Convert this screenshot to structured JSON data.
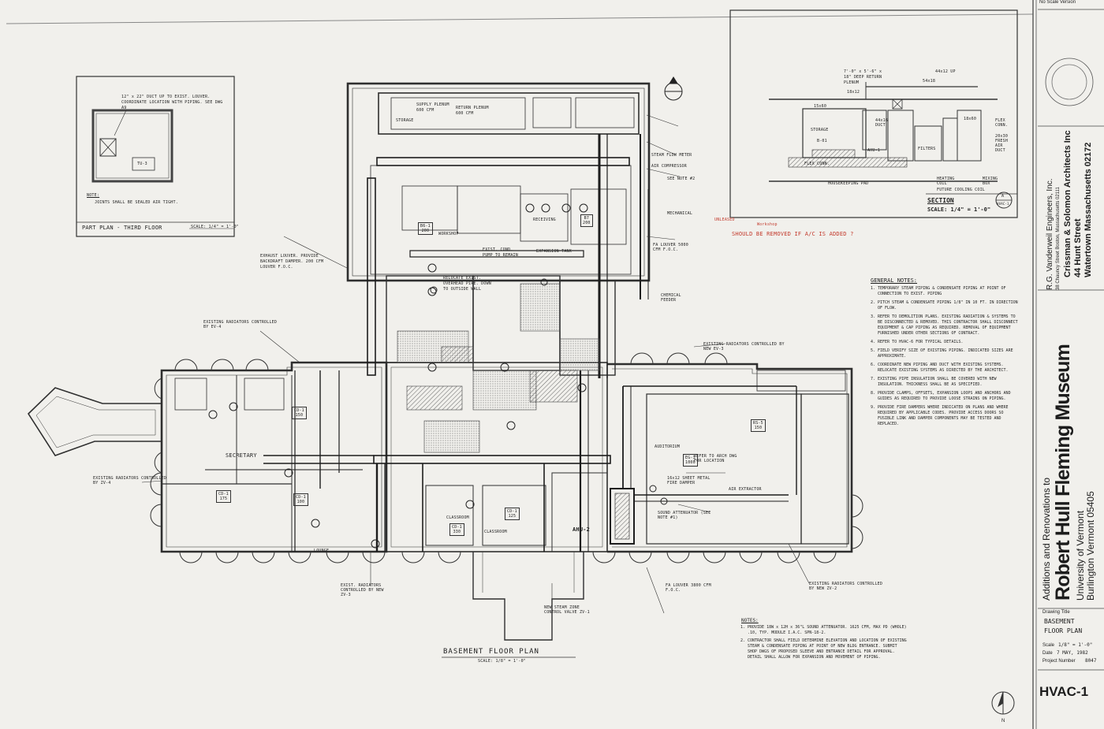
{
  "document": {
    "corner_label": "No Scale Version"
  },
  "main_plan": {
    "title": "BASEMENT FLOOR PLAN",
    "scale": "SCALE: 1/8\" = 1'-0\"",
    "red_notes": [
      "UNLEASED",
      "Workshop",
      "SHOULD BE REMOVED IF A/C IS ADDED ?"
    ],
    "labels": {
      "supply_plenum": "SUPPLY PLENUM 600 CFM",
      "return_plenum": "RETURN PLENUM 600 CFM",
      "storage": "STORAGE",
      "mechanical": "MECHANICAL",
      "receiving": "RECEIVING",
      "workshop": "WORKSHOP",
      "secretary": "SECRETARY",
      "classroom_1": "CLASSROOM",
      "classroom_2": "CLASSROOM",
      "lounge": "LOUNGE",
      "auditorium": "AUDITORIUM",
      "ahu2": "AHU-2",
      "chemical_feeder": "CHEMICAL FEEDER",
      "steam_flow_meter": "STEAM FLOW METER",
      "air_compressor": "AIR COMPRESSOR",
      "sound_attenuator": "SOUND ATTENUATOR (SEE NOTE #1)",
      "air_extractor": "AIR EXTRACTOR",
      "existing_radiators_ev4": "EXISTING RADIATORS CONTROLLED BY EV-4",
      "existing_radiators_ev3": "EXISTING RADIATORS CONTROLLED BY NEW EV-3",
      "existing_radiators_ev2": "EXISTING RADIATORS CONTROLLED BY NEW ZV-2",
      "existing_radiators_left": "EXISTING RADIATORS CONTROLLED BY ZV-4",
      "exist_radiators_bottom": "EXIST. RADIATORS CONTROLLED BY NEW ZV-3",
      "exhaust_louver": "EXHAUST LOUVER. PROVIDE BACKDRAFT DAMPER. 200 CFM LOUVER F.O.C.",
      "relocate_exist": "RELOCATE EXIST. OVERHEAD PIPE. DOWN TO OUTSIDE WALL",
      "expansion_tank": "EXPANSION TANK",
      "exist_cond_pump": "EXIST. COND. PUMP TO REMAIN",
      "fa_louver_top": "FA LOUVER 5000 CFM F.O.C.",
      "fa_louver_bottom": "FA LOUVER 3800 CFM F.O.C.",
      "new_steam_zone": "NEW STEAM ZONE CONTROL VALVE ZV-1",
      "see_note2": "SEE NOTE #2",
      "refer_to_arch": "REFER TO ARCH DWG FOR LOCATION",
      "sheet_metal_fire_damper": "16x12 SHEET METAL FIRE DAMPER"
    },
    "room_tags": [
      {
        "num": "B6-1",
        "cfm": "200"
      },
      {
        "num": "B7",
        "cfm": "200"
      },
      {
        "num": "CD-1",
        "cfm": "125"
      },
      {
        "num": "CD-1",
        "cfm": "330"
      },
      {
        "num": "CD-1",
        "cfm": "150"
      },
      {
        "num": "RS-5",
        "cfm": "150"
      },
      {
        "num": "CD-1",
        "cfm": "100"
      },
      {
        "num": "CD-1",
        "cfm": "175"
      },
      {
        "num": "EG-3",
        "cfm": "1000"
      }
    ]
  },
  "general_notes": {
    "title": "GENERAL NOTES:",
    "items": [
      "TEMPORARY STEAM PIPING & CONDENSATE PIPING AT POINT OF CONNECTION TO EXIST. PIPING",
      "PITCH STEAM & CONDENSATE PIPING 1/8\" IN 10 FT. IN DIRECTION OF FLOW.",
      "REFER TO DEMOLITION PLANS. EXISTING RADIATION & SYSTEMS TO BE DISCONNECTED & REMOVED. THIS CONTRACTOR SHALL DISCONNECT EQUIPMENT & CAP PIPING AS REQUIRED. REMOVAL OF EQUIPMENT FURNISHED UNDER OTHER SECTIONS OF CONTRACT.",
      "REFER TO HVAC-6 FOR TYPICAL DETAILS.",
      "FIELD VERIFY SIZE OF EXISTING PIPING. INDICATED SIZES ARE APPROXIMATE.",
      "COORDINATE NEW PIPING AND DUCT WITH EXISTING SYSTEMS. RELOCATE EXISTING SYSTEMS AS DIRECTED BY THE ARCHITECT.",
      "EXISTING PIPE INSULATION SHALL BE COVERED WITH NEW INSULATION. THICKNESS SHALL BE AS SPECIFIED.",
      "PROVIDE CLAMPS, OFFSETS, EXPANSION LOOPS AND ANCHORS AND GUIDES AS REQUIRED TO PROVIDE LOOSE STRAINS ON PIPING.",
      "PROVIDE FIRE DAMPERS WHERE INDICATED ON PLANS AND WHERE REQUIRED BY APPLICABLE CODES. PROVIDE ACCESS DOORS SO FUSIBLE LINK AND DAMPER COMPONENTS MAY BE TESTED AND REPLACED."
    ]
  },
  "bottom_notes": {
    "title": "NOTES:",
    "items": [
      "PROVIDE 18W x 12H x 36\"L SOUND ATTENUATOR. 1625 CFM, MAX PD (WHOLE) .10, TYP. MODULE I.A.C. SPN-18-2.",
      "CONTRACTOR SHALL FIELD DETERMINE ELEVATION AND LOCATION OF EXISTING STEAM & CONDENSATE PIPING AT POINT OF NEW BLDG ENTRANCE. SUBMIT SHOP DWGS OF PROPOSED SLEEVE AND ENTRANCE DETAIL FOR APPROVAL. DETAIL SHALL ALLOW FOR EXPANSION AND MOVEMENT OF PIPING."
    ]
  },
  "part_plan": {
    "title": "PART PLAN - THIRD FLOOR",
    "scale": "SCALE: 1/4\" = 1'-0\"",
    "annotation": "12\" x 22\" DUCT UP TO EXIST. LOUVER. COORDINATE LOCATION WITH PIPING. SEE DWG A9",
    "note_title": "NOTE:",
    "note": "JOINTS SHALL BE SEALED AIR TIGHT.",
    "tag": "TU-3"
  },
  "section": {
    "title": "SECTION",
    "scale": "SCALE: 1/4\" = 1'-0\"",
    "callout": "A",
    "callout_sheet": "HVAC-1",
    "labels": {
      "return_plenum": "7'-0\" x 5'-6\" x 18\" DEEP RETURN PLENUM",
      "duct_18x12": "18x12",
      "duct_15x60": "15x60",
      "storage": "STORAGE",
      "storage_num": "B-01",
      "ahu": "AHU-1",
      "flex_conn_left": "FLEX CONN.",
      "housekeeping_pad": "HOUSEKEEPING PAD",
      "duct_44x12_up": "44x12 UP",
      "duct_54x18": "54x18",
      "duct_44x16": "44x16 DUCT",
      "duct_18x60": "18x60",
      "flex_conn_right": "FLEX CONN.",
      "fresh_air_duct": "20x30 FRESH AIR DUCT",
      "filters": "FILTERS",
      "heating_coil": "HEATING COIL",
      "mixing_box": "MIXING BOX",
      "future_cooling_coil": "FUTURE COOLING COIL"
    }
  },
  "title_block": {
    "engineer": "R.G. Vanderweil Engineers, Inc.",
    "engineer_address": "38 Chauncy Street Boston, Massachusetts 02111",
    "architect": "Crissman & Solomon Architects Inc",
    "architect_street": "44 Hunt Street",
    "architect_city": "Watertown Massachusetts 02172",
    "project_intro": "Additions and Renovations to",
    "project_name": "Robert Hull Fleming Museum",
    "client": "University of Vermont",
    "client_city": "Burlington Vermont 05405",
    "drawing_title_label": "Drawing Title",
    "drawing_title_1": "BASEMENT",
    "drawing_title_2": "FLOOR PLAN",
    "scale_label": "Scale",
    "scale_value": "1/8\" = 1'-0\"",
    "date_label": "Date",
    "date_value": "7 MAY, 1982",
    "project_number_label": "Project Number",
    "project_number": "8047",
    "sheet": "HVAC-1",
    "north": "N"
  }
}
